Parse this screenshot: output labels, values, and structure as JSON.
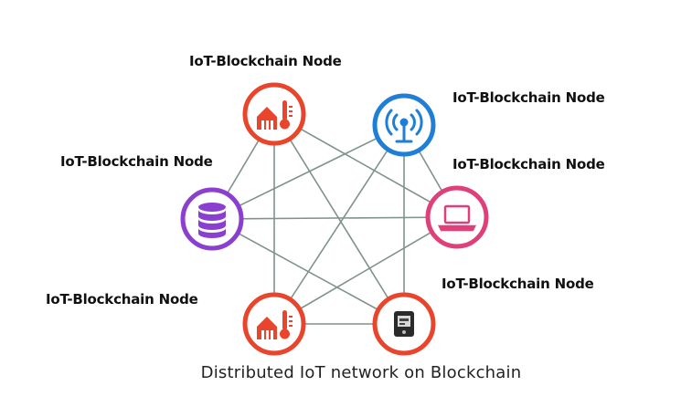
{
  "diagram": {
    "caption": "Distributed IoT network on Blockchain",
    "nodes": [
      {
        "id": "top-left",
        "label": "IoT-Blockchain Node",
        "icon": "warehouse-thermometer-icon",
        "color": "#e8452c"
      },
      {
        "id": "top-right",
        "label": "IoT-Blockchain Node",
        "icon": "antenna-signal-icon",
        "color": "#1f7fd6"
      },
      {
        "id": "left",
        "label": "IoT-Blockchain Node",
        "icon": "database-icon",
        "color": "#8a3fd0"
      },
      {
        "id": "right",
        "label": "IoT-Blockchain Node",
        "icon": "laptop-icon",
        "color": "#e0407a"
      },
      {
        "id": "bottom-left",
        "label": "IoT-Blockchain Node",
        "icon": "warehouse-thermometer-icon",
        "color": "#e8452c"
      },
      {
        "id": "bottom-right",
        "label": "IoT-Blockchain Node",
        "icon": "sensor-device-icon",
        "color": "#e8452c"
      }
    ],
    "edges": [
      [
        "top-left",
        "left"
      ],
      [
        "top-left",
        "right"
      ],
      [
        "top-left",
        "bottom-left"
      ],
      [
        "top-left",
        "bottom-right"
      ],
      [
        "top-right",
        "left"
      ],
      [
        "top-right",
        "right"
      ],
      [
        "top-right",
        "bottom-left"
      ],
      [
        "top-right",
        "bottom-right"
      ],
      [
        "left",
        "right"
      ],
      [
        "left",
        "bottom-right"
      ],
      [
        "right",
        "bottom-left"
      ],
      [
        "bottom-left",
        "bottom-right"
      ]
    ],
    "edge_color": "#7f938a"
  }
}
